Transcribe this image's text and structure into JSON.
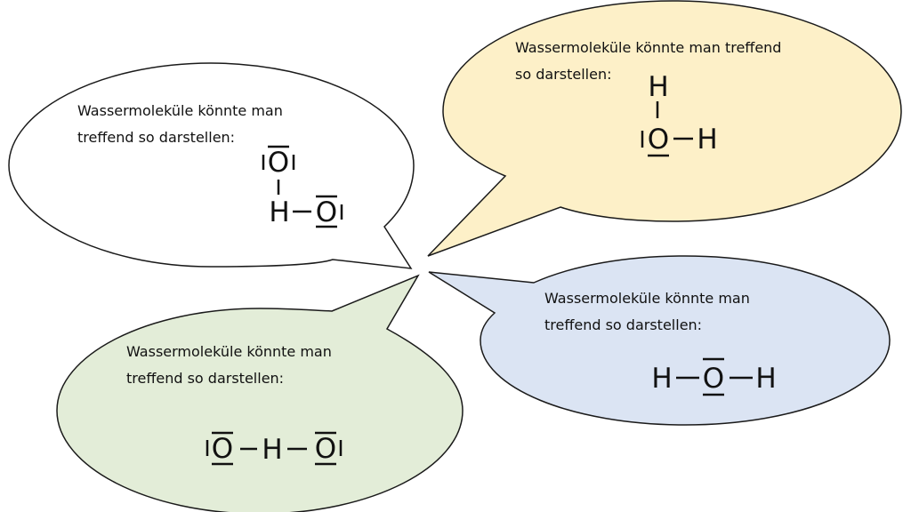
{
  "colors": {
    "bubble_white": "#ffffff",
    "bubble_yellow": "#fdf0c8",
    "bubble_blue": "#dbe4f3",
    "bubble_green": "#e3edd8",
    "outline": "#1a1a1a"
  },
  "bubbles": [
    {
      "caption_line1": "Wassermoleküle könnte man",
      "caption_line2": "treffend so darstellen:",
      "formula": {
        "atom_top": "O",
        "atom_bottom_left": "H",
        "atom_bottom_right": "O"
      }
    },
    {
      "caption_line1": "Wassermoleküle könnte man treffend",
      "caption_line2": "so darstellen:",
      "formula": {
        "atom_top": "H",
        "atom_center": "O",
        "atom_right": "H"
      }
    },
    {
      "caption_line1": "Wassermoleküle könnte man",
      "caption_line2": "treffend so darstellen:",
      "formula": {
        "atom_left": "H",
        "atom_center": "O",
        "atom_right": "H"
      }
    },
    {
      "caption_line1": "Wassermoleküle könnte man",
      "caption_line2": "treffend so darstellen:",
      "formula": {
        "atom_left": "O",
        "atom_center": "H",
        "atom_right": "O"
      }
    }
  ]
}
